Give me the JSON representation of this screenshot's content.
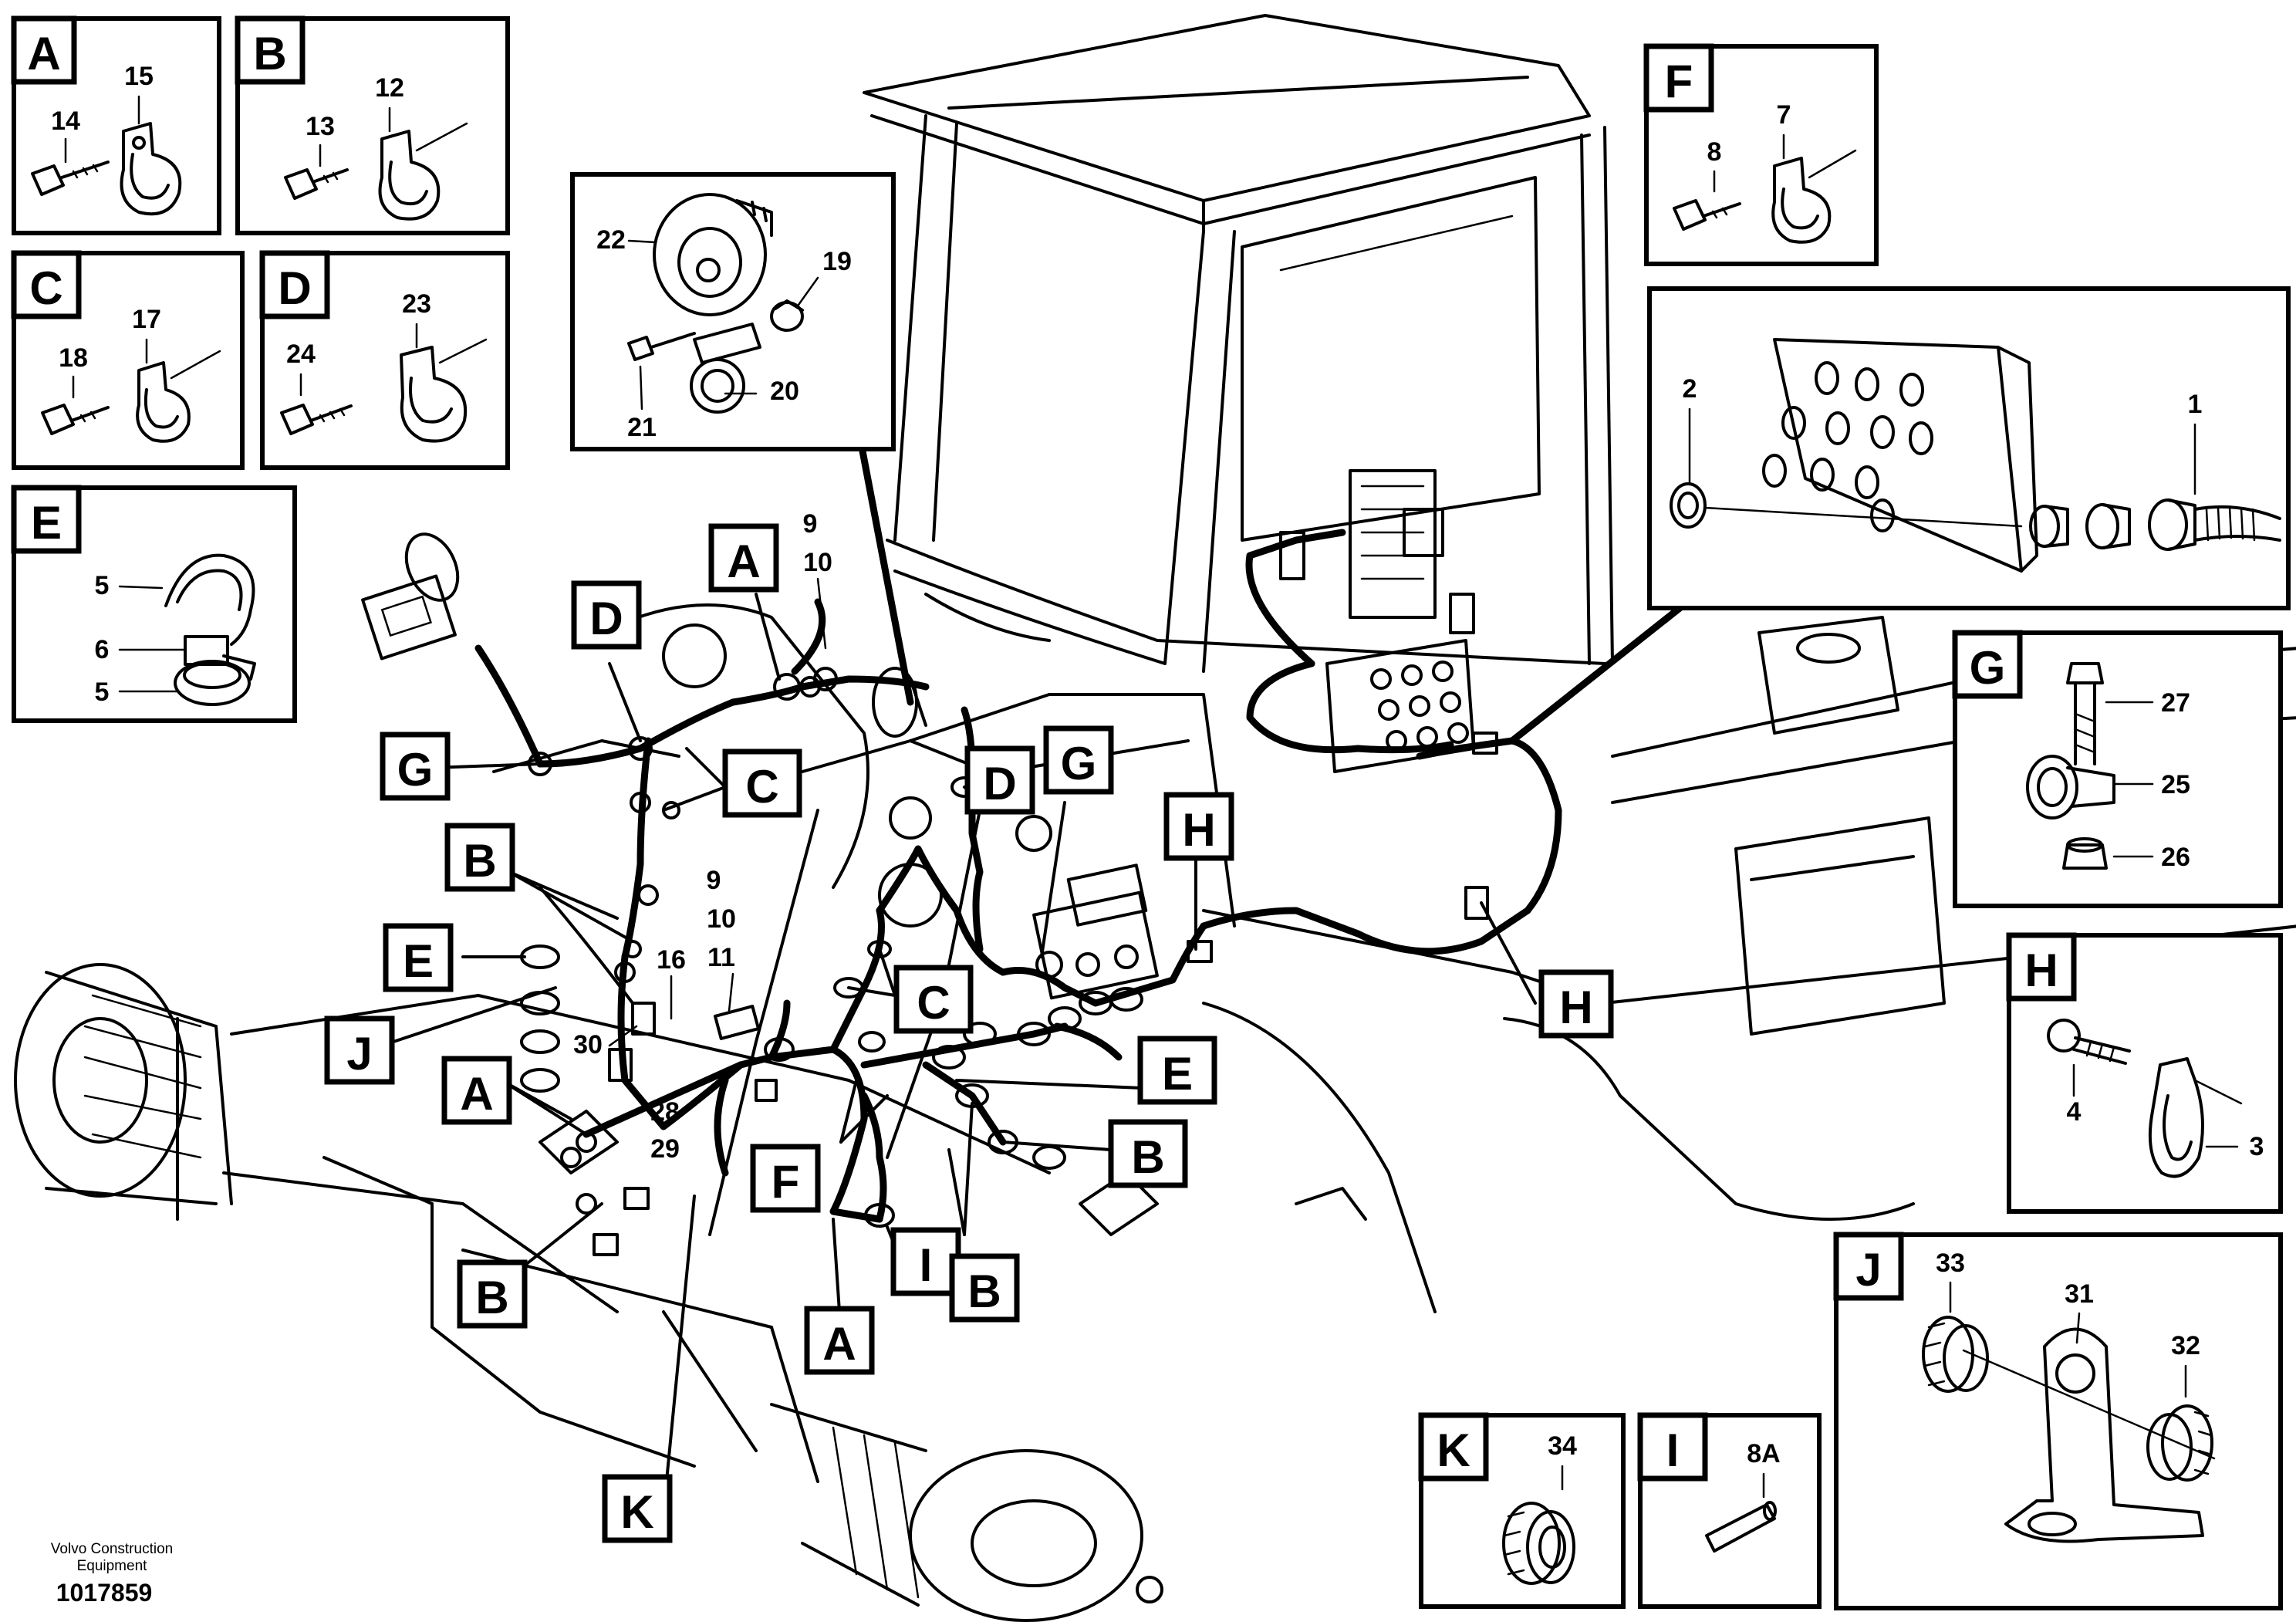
{
  "detail_boxes": {
    "A": {
      "letter": "A",
      "parts": [
        "15",
        "14"
      ]
    },
    "B": {
      "letter": "B",
      "parts": [
        "12",
        "13"
      ]
    },
    "C": {
      "letter": "C",
      "parts": [
        "17",
        "18"
      ]
    },
    "D": {
      "letter": "D",
      "parts": [
        "23",
        "24"
      ]
    },
    "E": {
      "letter": "E",
      "parts": [
        "5",
        "6",
        "5"
      ]
    },
    "F": {
      "letter": "F",
      "parts": [
        "7",
        "8"
      ]
    },
    "G": {
      "letter": "G",
      "parts": [
        "27",
        "25",
        "26"
      ]
    },
    "H": {
      "letter": "H",
      "parts": [
        "4",
        "3"
      ]
    },
    "J": {
      "letter": "J",
      "parts": [
        "33",
        "31",
        "32"
      ]
    },
    "K": {
      "letter": "K",
      "parts": [
        "34"
      ]
    },
    "I": {
      "letter": "I",
      "parts": [
        "8A"
      ]
    }
  },
  "horn_box": {
    "parts": [
      "22",
      "19",
      "21",
      "20"
    ]
  },
  "panel_box": {
    "parts": [
      "2",
      "1"
    ]
  },
  "callouts": {
    "A": "A",
    "B": "B",
    "C": "C",
    "D": "D",
    "E": "E",
    "F": "F",
    "G": "G",
    "H": "H",
    "I": "I",
    "J": "J",
    "K": "K"
  },
  "free_numbers": {
    "n9a": "9",
    "n10a": "10",
    "n9b": "9",
    "n10b": "10",
    "n11": "11",
    "n16": "16",
    "n30": "30",
    "n28": "28",
    "n29": "29"
  },
  "footer": {
    "credit_line1": "Volvo Construction",
    "credit_line2": "Equipment",
    "figure_id": "1017859"
  }
}
